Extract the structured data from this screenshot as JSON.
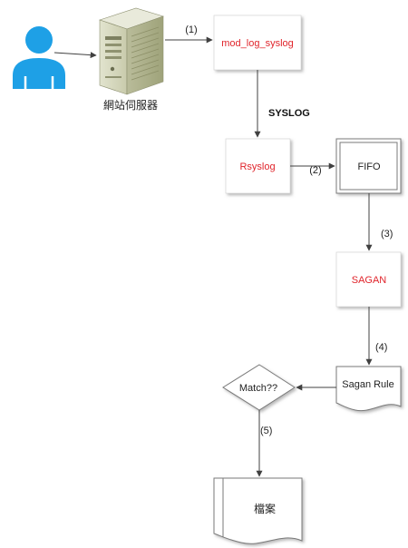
{
  "colors": {
    "accent_text": "#e0242b",
    "box_fill": "#ffffff",
    "box_shadow": "#b0b0b0",
    "user_icon": "#1ea0e6",
    "line": "#404040"
  },
  "nodes": {
    "user": {
      "icon": "user-icon"
    },
    "web_server": {
      "icon": "server-icon",
      "label": "網站伺服器"
    },
    "mod_log_syslog": {
      "label": "mod_log_syslog"
    },
    "rsyslog": {
      "label": "Rsyslog"
    },
    "fifo": {
      "label": "FIFO"
    },
    "sagan": {
      "label": "SAGAN"
    },
    "sagan_rule": {
      "label": "Sagan Rule"
    },
    "match": {
      "label": "Match??"
    },
    "file": {
      "label": "檔案"
    }
  },
  "edges": {
    "e1": "(1)",
    "syslog": "SYSLOG",
    "e2": "(2)",
    "e3": "(3)",
    "e4": "(4)",
    "e5": "(5)"
  }
}
